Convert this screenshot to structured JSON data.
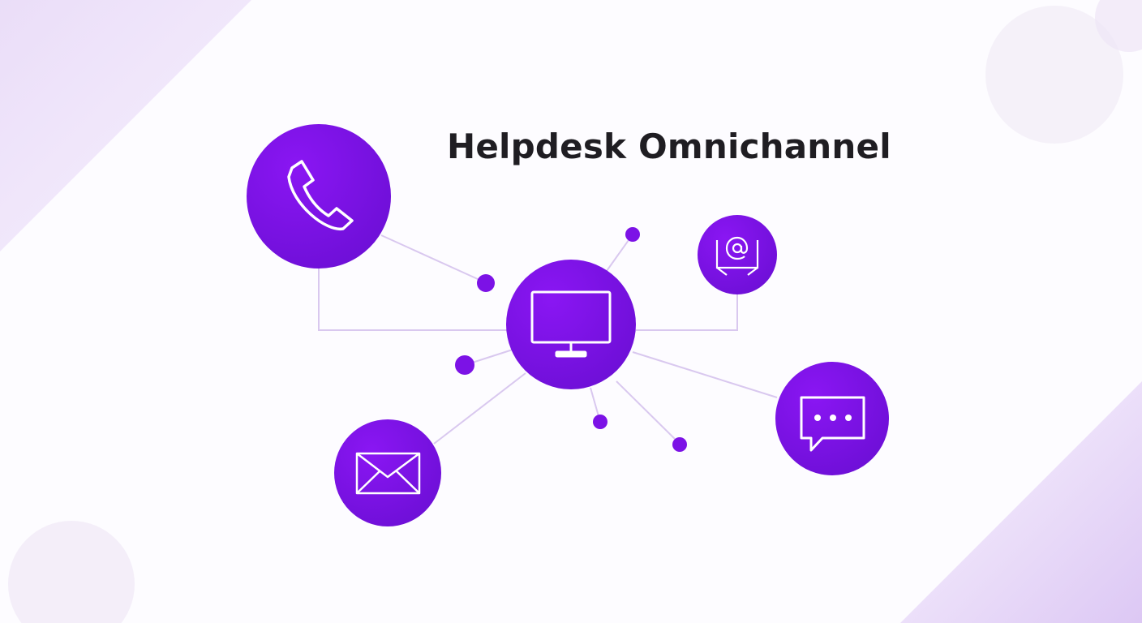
{
  "title": "Helpdesk Omnichannel",
  "colors": {
    "accent": "#7c12e6",
    "connector": "#d8c7ef",
    "title": "#1f1d22",
    "icon_stroke": "#ffffff"
  },
  "nodes": [
    {
      "id": "hub",
      "icon": "monitor-icon"
    },
    {
      "id": "phone",
      "icon": "phone-icon"
    },
    {
      "id": "email-at",
      "icon": "at-sign-icon"
    },
    {
      "id": "mail",
      "icon": "envelope-icon"
    },
    {
      "id": "chat",
      "icon": "chat-bubble-icon"
    }
  ]
}
